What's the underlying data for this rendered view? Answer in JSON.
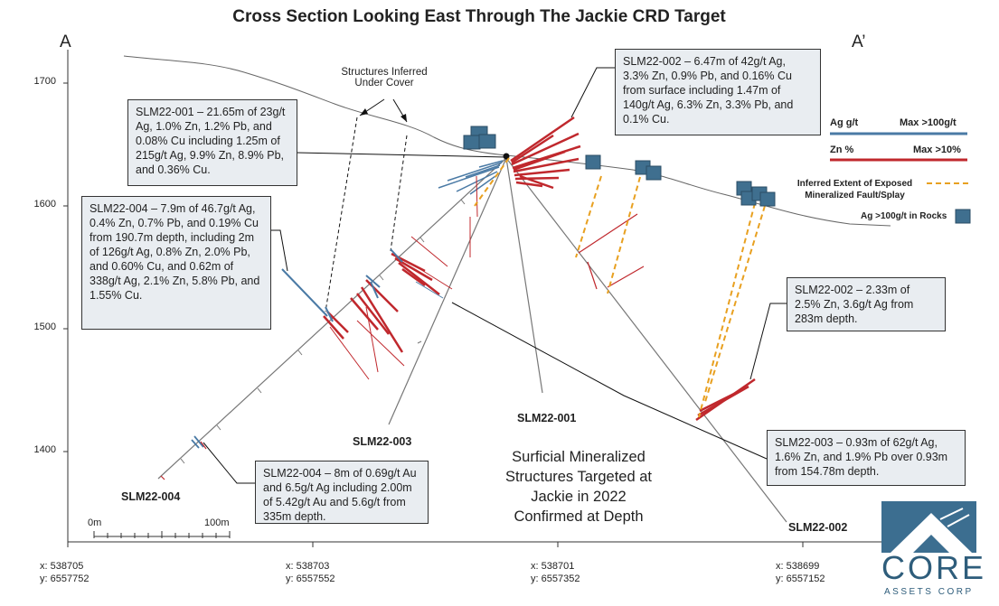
{
  "title": "Cross Section Looking East Through The Jackie CRD Target",
  "section": {
    "left": "A",
    "right": "A’"
  },
  "elevation_ticks": [
    "1700",
    "1600",
    "1500",
    "1400"
  ],
  "structures_note": "Structures Inferred Under Cover",
  "callouts": {
    "slm22_001": "SLM22-001 – 21.65m of 23g/t Ag, 1.0% Zn, 1.2% Pb, and 0.08% Cu including 1.25m of 215g/t Ag, 9.9% Zn, 8.9% Pb, and 0.36% Cu.",
    "slm22_002_top": "SLM22-002 – 6.47m of 42g/t Ag, 3.3% Zn, 0.9% Pb, and 0.16% Cu from surface including 1.47m of 140g/t Ag, 6.3% Zn, 3.3% Pb, and 0.1% Cu.",
    "slm22_004_top": "SLM22-004 – 7.9m of 46.7g/t Ag, 0.4% Zn, 0.7% Pb, and 0.19% Cu from 190.7m depth, including 2m of 126g/t Ag, 0.8% Zn, 2.0% Pb, and 0.60% Cu, and 0.62m of 338g/t Ag, 2.1% Zn, 5.8% Pb, and 1.55% Cu.",
    "slm22_002_mid": "SLM22-002 – 2.33m of 2.5% Zn, 3.6g/t Ag from 283m depth.",
    "slm22_003": "SLM22-003 – 0.93m of 62g/t Ag, 1.6% Zn, and 1.9% Pb over 0.93m from 154.78m depth.",
    "slm22_004_bottom": "SLM22-004 – 8m of 0.69g/t Au and 6.5g/t Ag including 2.00m of 5.42g/t Au and 5.6g/t from 335m depth."
  },
  "holes": {
    "h001": "SLM22-001",
    "h002": "SLM22-002",
    "h003": "SLM22-003",
    "h004": "SLM22-004"
  },
  "legend": {
    "ag_label": "Ag g/t",
    "ag_max": "Max >100g/t",
    "ag_color": "#4a7aa5",
    "zn_label": "Zn %",
    "zn_max": "Max >10%",
    "zn_color": "#c0282d",
    "fault_label": "Inferred Extent of Exposed Mineralized Fault/Splay",
    "fault_color": "#e8a020",
    "rock_label": "Ag >100g/t in Rocks",
    "rock_color": "#3f6f8f"
  },
  "center_note": [
    "Surficial Mineralized",
    "Structures Targeted at",
    "Jackie in 2022",
    "Confirmed at Depth"
  ],
  "scale": {
    "start": "0m",
    "end": "100m"
  },
  "coordinates": [
    {
      "x": "x: 538705",
      "y": "y: 6557752"
    },
    {
      "x": "x: 538703",
      "y": "y: 6557552"
    },
    {
      "x": "x: 538701",
      "y": "y: 6557352"
    },
    {
      "x": "x: 538699",
      "y": "y: 6557152"
    }
  ],
  "logo": {
    "word": "CORE",
    "sub": "ASSETS CORP"
  }
}
